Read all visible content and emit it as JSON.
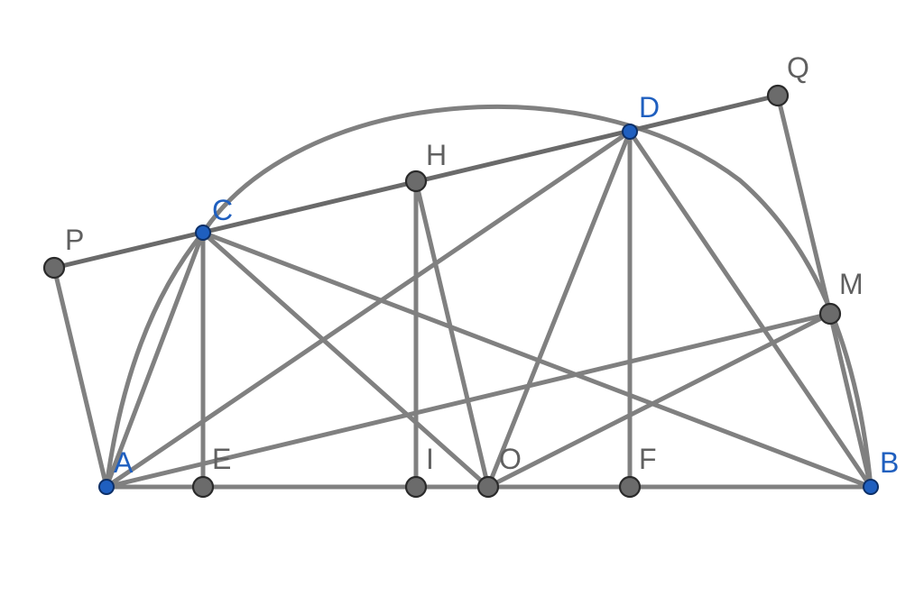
{
  "diagram": {
    "points": [
      {
        "id": "A",
        "label": "A",
        "color": "blue"
      },
      {
        "id": "B",
        "label": "B",
        "color": "blue"
      },
      {
        "id": "C",
        "label": "C",
        "color": "blue"
      },
      {
        "id": "D",
        "label": "D",
        "color": "blue"
      },
      {
        "id": "E",
        "label": "E",
        "color": "gray"
      },
      {
        "id": "F",
        "label": "F",
        "color": "gray"
      },
      {
        "id": "H",
        "label": "H",
        "color": "gray"
      },
      {
        "id": "I",
        "label": "I",
        "color": "gray"
      },
      {
        "id": "O",
        "label": "O",
        "color": "gray"
      },
      {
        "id": "P",
        "label": "P",
        "color": "gray"
      },
      {
        "id": "Q",
        "label": "Q",
        "color": "gray"
      },
      {
        "id": "M",
        "label": "M",
        "color": "gray"
      }
    ],
    "segments": [
      [
        "P",
        "Q"
      ],
      [
        "A",
        "P"
      ],
      [
        "Q",
        "M"
      ],
      [
        "A",
        "B"
      ],
      [
        "A",
        "C"
      ],
      [
        "C",
        "E"
      ],
      [
        "C",
        "O"
      ],
      [
        "C",
        "B"
      ],
      [
        "A",
        "D"
      ],
      [
        "D",
        "O"
      ],
      [
        "D",
        "F"
      ],
      [
        "D",
        "B"
      ],
      [
        "H",
        "I"
      ],
      [
        "H",
        "O"
      ],
      [
        "A",
        "M"
      ],
      [
        "O",
        "M"
      ],
      [
        "M",
        "B"
      ]
    ],
    "arcs": [
      {
        "from": "A",
        "to": "C",
        "label": "arc-AC"
      },
      {
        "from": "C",
        "to": "B",
        "label": "arc-CB"
      }
    ],
    "colors": {
      "blue": "#1f5fbf",
      "gray": "#6b6b6b",
      "line": "#808080"
    }
  }
}
